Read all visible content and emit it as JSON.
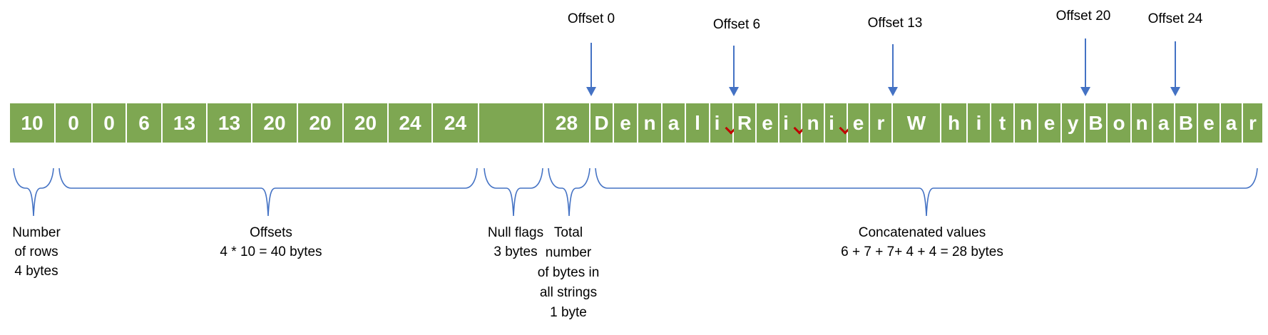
{
  "bar": {
    "cells": [
      "10",
      "0",
      "0",
      "6",
      "13",
      "13",
      "20",
      "20",
      "20",
      "24",
      "24",
      "",
      "28",
      "D",
      "e",
      "n",
      "a",
      "l",
      "i",
      "R",
      "e",
      "i",
      "n",
      "i",
      "e",
      "r",
      "W",
      "h",
      "i",
      "t",
      "n",
      "e",
      "y",
      "B",
      "o",
      "n",
      "a",
      "B",
      "e",
      "a",
      "r"
    ],
    "null_flags_cell_index": 11,
    "squiggle_indices": [
      18,
      21,
      23
    ],
    "strings": [
      "Denali",
      "Reinier",
      "Whitney",
      "Bona",
      "Bear"
    ]
  },
  "offset_markers": [
    {
      "label": "Offset 0"
    },
    {
      "label": "Offset 6"
    },
    {
      "label": "Offset 13"
    },
    {
      "label": "Offset 20"
    },
    {
      "label": "Offset 24"
    }
  ],
  "section_labels": {
    "rows": [
      "Number",
      "of rows",
      "4 bytes"
    ],
    "offsets": [
      "Offsets",
      "4 * 10 = 40 bytes"
    ],
    "null_flags": [
      "Null flags",
      "3 bytes"
    ],
    "total": [
      "Total",
      "number",
      "of bytes in",
      "all strings",
      "1 byte"
    ],
    "concatenated": [
      "Concatenated values",
      "6 + 7 + 7+ 4 + 4 = 28 bytes"
    ]
  },
  "colors": {
    "cell_green": "#7EA752",
    "cell_text": "#FFFFFF",
    "accent_blue": "#4472C4",
    "squiggle_red": "#C00000",
    "label_text": "#000000"
  }
}
